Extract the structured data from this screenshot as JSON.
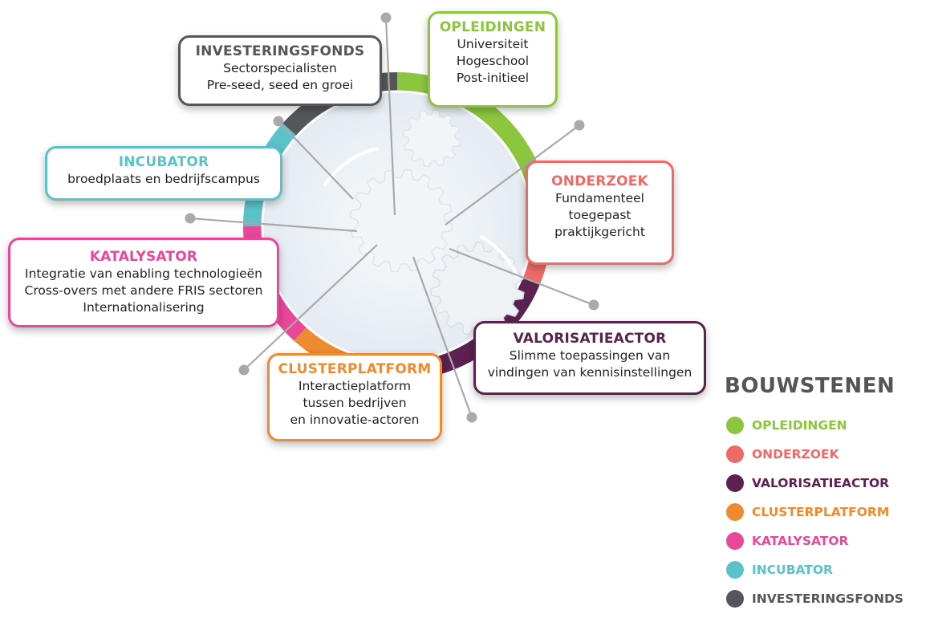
{
  "colors": {
    "opleidingen": "#8cc63f",
    "onderzoek": "#ec6a67",
    "valorisatieactor": "#5b2150",
    "clusterplatform": "#ee8a2f",
    "katalysator": "#e8479a",
    "incubator": "#5bc2c9",
    "investeringsfonds": "#545659",
    "connector": "#a7a9ac"
  },
  "boxes": {
    "investeringsfonds": {
      "title": "INVESTERINGSFONDS",
      "lines": [
        "Sectorspecialisten",
        "Pre-seed, seed en groei"
      ]
    },
    "opleidingen": {
      "title": "OPLEIDINGEN",
      "lines": [
        "Universiteit",
        "Hogeschool",
        "Post-initieel"
      ]
    },
    "incubator": {
      "title": "INCUBATOR",
      "lines": [
        "broedplaats en bedrijfscampus"
      ]
    },
    "onderzoek": {
      "title": "ONDERZOEK",
      "lines": [
        "Fundamenteel",
        "toegepast",
        "praktijkgericht"
      ]
    },
    "katalysator": {
      "title": "KATALYSATOR",
      "lines": [
        "Integratie van enabling technologieën",
        "Cross-overs met andere FRIS sectoren",
        "Internationalisering"
      ]
    },
    "valorisatieactor": {
      "title": "VALORISATIEACTOR",
      "lines": [
        "Slimme toepassingen van",
        "vindingen van kennisinstellingen"
      ]
    },
    "clusterplatform": {
      "title": "CLUSTERPLATFORM",
      "lines": [
        "Interactieplatform",
        "tussen bedrijven",
        "en innovatie-actoren"
      ]
    }
  },
  "legend": {
    "title": "BOUWSTENEN",
    "items": [
      {
        "label": "OPLEIDINGEN",
        "color": "#8cc63f",
        "text_color": "#8cc63f"
      },
      {
        "label": "ONDERZOEK",
        "color": "#ec6a67",
        "text_color": "#ec6a67"
      },
      {
        "label": "VALORISATIEACTOR",
        "color": "#5b2150",
        "text_color": "#5b2150"
      },
      {
        "label": "CLUSTERPLATFORM",
        "color": "#ee8a2f",
        "text_color": "#ee8a2f"
      },
      {
        "label": "KATALYSATOR",
        "color": "#e8479a",
        "text_color": "#e8479a"
      },
      {
        "label": "INCUBATOR",
        "color": "#5bc2c9",
        "text_color": "#5bc2c9"
      },
      {
        "label": "INVESTERINGSFONDS",
        "color": "#545659",
        "text_color": "#545659"
      }
    ]
  }
}
